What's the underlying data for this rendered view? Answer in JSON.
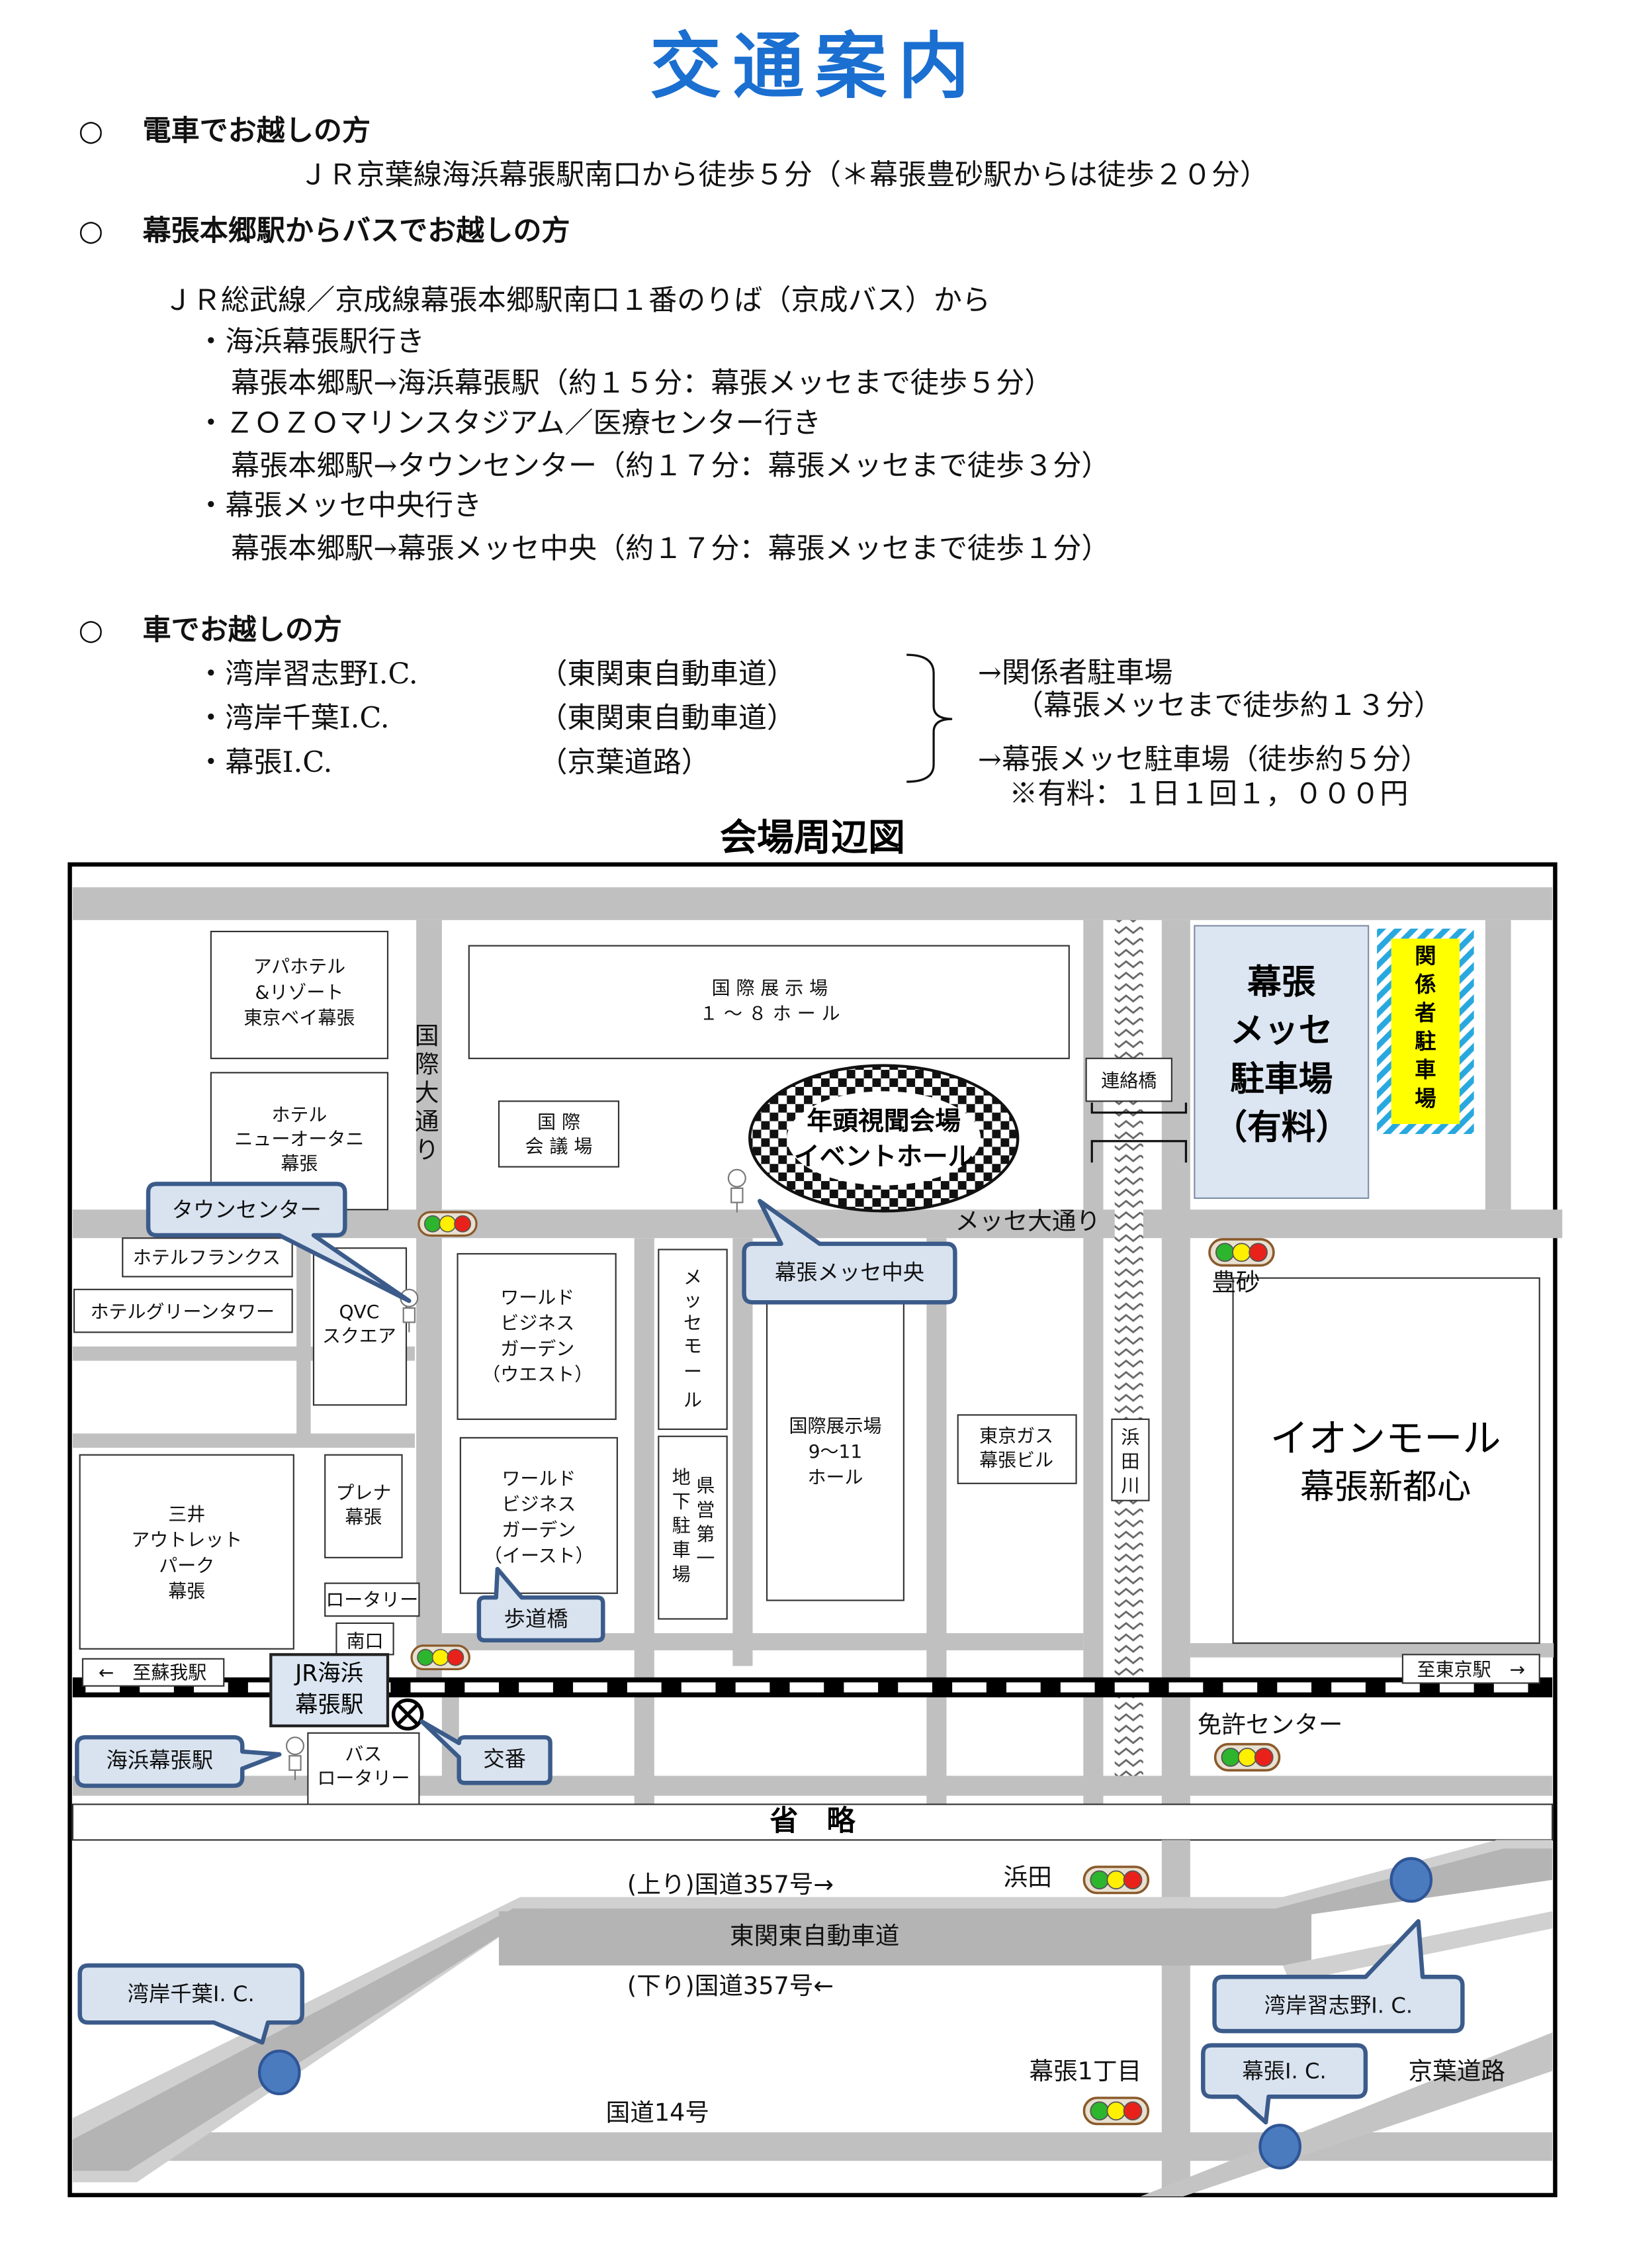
{
  "title": "交通案内",
  "colors": {
    "title": "#1a6fd0",
    "callout_fill": "#d9e3f0",
    "callout_border": "#3b5b8a",
    "parking_fill": "#dce6f2",
    "staff_parking_fill": "#ffff00",
    "ic_marker": "#4a7bbf",
    "road": "#c0c0c0"
  },
  "train": {
    "bullet": "○",
    "heading": "電車でお越しの方",
    "line": "ＪＲ京葉線海浜幕張駅南口から徒歩５分（＊幕張豊砂駅からは徒歩２０分）"
  },
  "bus": {
    "bullet": "○",
    "heading": "幕張本郷駅からバスでお越しの方",
    "intro": "ＪＲ総武線／京成線幕張本郷駅南口１番のりば（京成バス）から",
    "routes": [
      {
        "name": "・海浜幕張駅行き",
        "detail": "幕張本郷駅→海浜幕張駅（約１５分：幕張メッセまで徒歩５分）"
      },
      {
        "name": "・ＺＯＺＯマリンスタジアム／医療センター行き",
        "detail": "幕張本郷駅→タウンセンター（約１７分：幕張メッセまで徒歩３分）"
      },
      {
        "name": "・幕張メッセ中央行き",
        "detail": "幕張本郷駅→幕張メッセ中央（約１７分：幕張メッセまで徒歩１分）"
      }
    ]
  },
  "car": {
    "bullet": "○",
    "heading": "車でお越しの方",
    "interchanges": [
      {
        "name": "・湾岸習志野I.C.",
        "road": "（東関東自動車道）"
      },
      {
        "name": "・湾岸千葉I.C.",
        "road": "（東関東自動車道）"
      },
      {
        "name": "・幕張I.C.",
        "road": "（京葉道路）"
      }
    ],
    "staff_parking": "→関係者駐車場",
    "staff_parking_note": "（幕張メッセまで徒歩約１３分）",
    "public_parking": "→幕張メッセ駐車場（徒歩約５分）",
    "fee": "※有料：１日１回１，０００円"
  },
  "map": {
    "title": "会場周辺図",
    "buildings": {
      "apa": [
        "アパホテル",
        "&リゾート",
        "東京ベイ幕張"
      ],
      "otani": [
        "ホテル",
        "ニューオータニ",
        "幕張"
      ],
      "franks": "ホテルフランクス",
      "green_tower": "ホテルグリーンタワー",
      "qvc": [
        "QVC",
        "スクエア"
      ],
      "hall_1_8": [
        "国 際 展 示 場",
        "１ ～ ８ ホ ー ル"
      ],
      "convention": [
        "国 際",
        "会 議 場"
      ],
      "event_hall": [
        "年頭視聞会場",
        "イベントホール"
      ],
      "bridge": "連絡橋",
      "messe_parking": [
        "幕張",
        "メッセ",
        "駐車場",
        "（有料）"
      ],
      "staff_parking": [
        "関",
        "係",
        "者",
        "駐",
        "車",
        "場"
      ],
      "wbg_west": [
        "ワールド",
        "ビジネス",
        "ガーデン",
        "（ウエスト）"
      ],
      "messe_mall": [
        "メ",
        "ッ",
        "セ",
        "モ",
        "ー",
        "ル"
      ],
      "pref_parking": [
        "県",
        "営",
        "第",
        "一"
      ],
      "pref_parking2": [
        "地",
        "下",
        "駐",
        "車",
        "場"
      ],
      "hall_9_11": [
        "国際展示場",
        "9～11",
        "ホール"
      ],
      "tokyo_gas": [
        "東京ガス",
        "幕張ビル"
      ],
      "hamada_river": [
        "浜",
        "田",
        "川"
      ],
      "aeon": [
        "イオンモール",
        "幕張新都心"
      ],
      "outlet": [
        "三井",
        "アウトレット",
        "パーク",
        "幕張"
      ],
      "plena": [
        "プレナ",
        "幕張"
      ],
      "wbg_east": [
        "ワールド",
        "ビジネス",
        "ガーデン",
        "（イースト）"
      ],
      "rotary": "ロータリー",
      "south_exit": "南口",
      "station": [
        "JR海浜",
        "幕張駅"
      ],
      "bus_rotary": [
        "バス",
        "ロータリー"
      ]
    },
    "labels": {
      "kokusai_odori": [
        "国",
        "際",
        "大",
        "通",
        "り"
      ],
      "messe_odori": "メッセ大通り",
      "toyosuna": "豊砂",
      "to_soga": "←　至蘇我駅",
      "to_tokyo": "至東京駅　→",
      "license_center": "免許センター",
      "omitted": "省　略",
      "r357_up": "(上り)国道357号→",
      "higashi_kanto": "東関東自動車道",
      "r357_down": "(下り)国道357号←",
      "hamada": "浜田",
      "makuhari_1": "幕張1丁目",
      "r14": "国道14号",
      "keiyo": "京葉道路"
    },
    "callouts": {
      "town_center": "タウンセンター",
      "messe_chuo": "幕張メッセ中央",
      "footbridge": "歩道橋",
      "koban": "交番",
      "kaihin_station": "海浜幕張駅",
      "wangan_chiba": "湾岸千葉I. C.",
      "wangan_narashino": "湾岸習志野I. C.",
      "makuhari_ic": "幕張I. C."
    },
    "icons": [
      "traffic-light-icon",
      "bus-stop-icon",
      "police-box-icon",
      "interchange-marker-icon"
    ]
  }
}
